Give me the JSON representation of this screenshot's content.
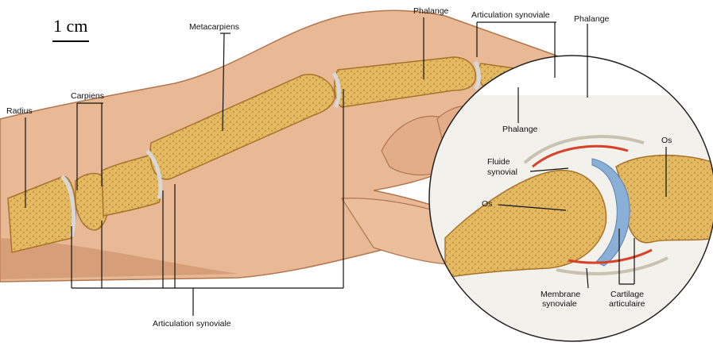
{
  "scale": {
    "label": "1 cm"
  },
  "labels": {
    "radius": "Radius",
    "carpiens": "Carpiens",
    "metacarpiens": "Metacarpiens",
    "phalange_top": "Phalange",
    "articulation_top": "Articulation synoviale",
    "phalange_tip": "Phalange",
    "phalange_lower": "Phalange",
    "articulation_bottom": "Articulation synoviale",
    "os_right": "Os",
    "fluide_line1": "Fluide",
    "fluide_line2": "synovial",
    "os_left": "Os",
    "membrane_line1": "Membrane",
    "membrane_line2": "synoviale",
    "cartilage_line1": "Cartilage",
    "cartilage_line2": "articulaire"
  },
  "colors": {
    "skin": "#e8b994",
    "skin_shadow": "#c98d68",
    "bone": "#e0b75e",
    "bone_dark": "#c08a35",
    "cartilage": "#dcdcdc",
    "fluid": "#8ab0d8",
    "membrane": "#d9402a"
  }
}
